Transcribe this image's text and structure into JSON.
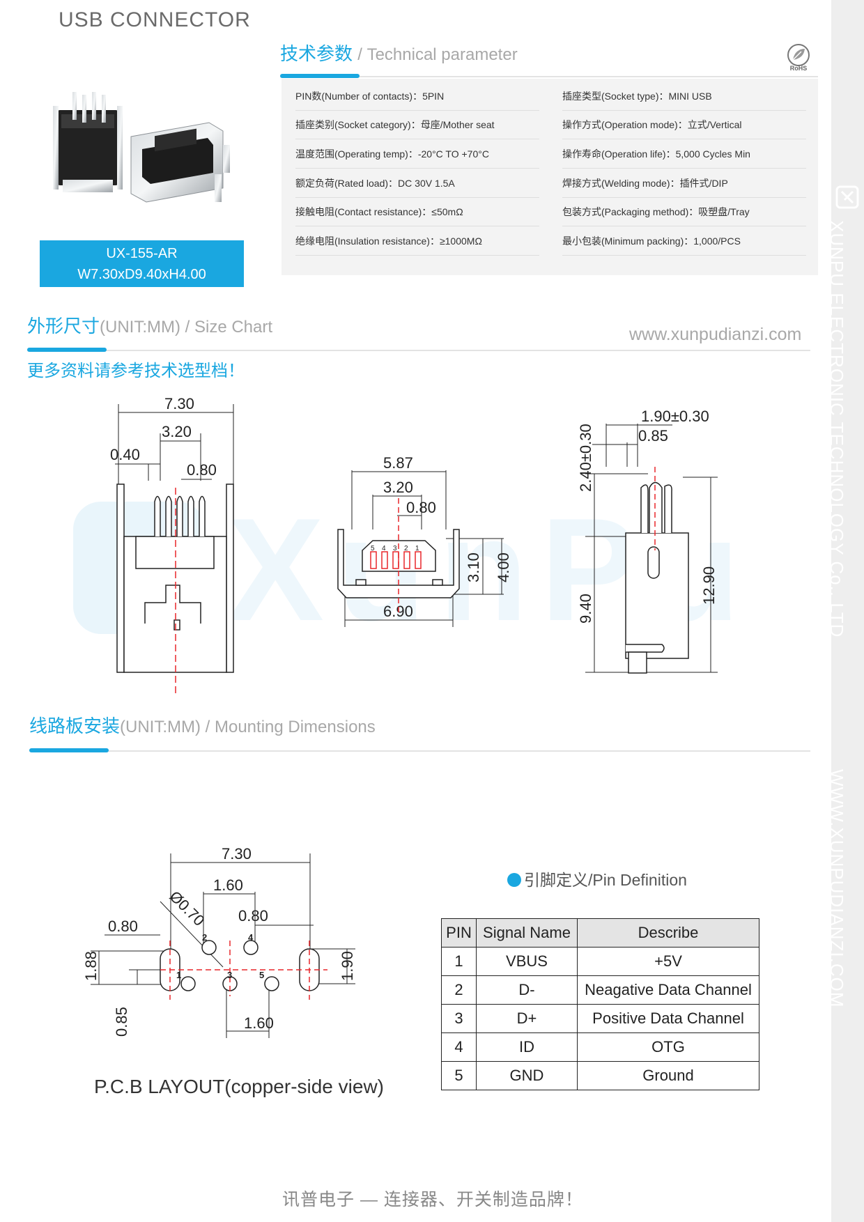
{
  "header": {
    "title": "USB CONNECTOR"
  },
  "side": {
    "vertical_brand": "XUNPU ELECTRONIC TECHNOLOGY Co., LTD",
    "vertical_url": "WWW.XUNPUDIANZI.COM"
  },
  "tech": {
    "title_zh": "技术参数",
    "title_en": "/ Technical parameter",
    "rohs": "RoHS",
    "params": [
      {
        "zh": "PIN数",
        "en": "(Number of contacts)",
        "sep": "：",
        "value": "5PIN"
      },
      {
        "zh": "插座类型",
        "en": "(Socket type)",
        "sep": "：",
        "value": "MINI USB"
      },
      {
        "zh": "插座类别",
        "en": "(Socket category)",
        "sep": "：",
        "value": "母座/Mother seat"
      },
      {
        "zh": "操作方式",
        "en": "(Operation mode)",
        "sep": "：",
        "value": "立式/Vertical"
      },
      {
        "zh": "温度范围",
        "en": "(Operating temp)",
        "sep": "：",
        "value": "-20°C TO +70°C"
      },
      {
        "zh": "操作寿命",
        "en": "(Operation life)",
        "sep": "：",
        "value": "5,000 Cycles Min"
      },
      {
        "zh": "额定负荷",
        "en": "(Rated load)",
        "sep": "：",
        "value": "DC 30V 1.5A"
      },
      {
        "zh": "焊接方式",
        "en": "(Welding mode)",
        "sep": "：",
        "value": "插件式/DIP"
      },
      {
        "zh": "接触电阻",
        "en": "(Contact resistance)",
        "sep": "：",
        "value": "≤50mΩ"
      },
      {
        "zh": "包装方式",
        "en": "(Packaging method)",
        "sep": "：",
        "value": "吸塑盘/Tray"
      },
      {
        "zh": "绝缘电阻",
        "en": "(Insulation resistance)",
        "sep": "：",
        "value": "≥1000MΩ"
      },
      {
        "zh": "最小包装",
        "en": "(Minimum packing)",
        "sep": "：",
        "value": "1,000/PCS"
      }
    ]
  },
  "model": {
    "code": "UX-155-AR",
    "dims": "W7.30xD9.40xH4.00"
  },
  "size_chart": {
    "title_zh": "外形尺寸",
    "title_en": "(UNIT:MM) / Size Chart",
    "url": "www.xunpudianzi.com",
    "note": "更多资料请参考技术选型档！",
    "watermark": "XunPu",
    "front": {
      "w": "7.30",
      "pitch_span": "3.20",
      "pin_w": "0.40",
      "pitch": "0.80"
    },
    "face": {
      "w_top": "5.87",
      "pitch_span": "3.20",
      "pitch": "0.80",
      "w_bottom": "6.90",
      "h_inner": "3.10",
      "h_outer": "4.00",
      "pin_labels": [
        "5",
        "4",
        "3",
        "2",
        "1"
      ]
    },
    "side": {
      "depth": "1.90±0.30",
      "tip": "0.85",
      "pin_len": "2.40±0.30",
      "body": "9.40",
      "total": "12.90"
    }
  },
  "mounting": {
    "title_zh": "线路板安装",
    "title_en": "(UNIT:MM) / Mounting Dimensions",
    "pcb": {
      "w": "7.30",
      "hole_dia": "Ø0.70",
      "pitch_span": "1.60",
      "slot_w": "0.80",
      "slot_w_r": "0.80",
      "left_h": "1.88",
      "right_h": "1.90",
      "offset": "0.85",
      "pitch_bottom": "1.60",
      "pin_labels": [
        "1",
        "2",
        "3",
        "4",
        "5"
      ]
    },
    "caption": "P.C.B LAYOUT(copper-side view)"
  },
  "pin_def": {
    "title": "引脚定义/Pin Definition",
    "headers": [
      "PIN",
      "Signal Name",
      "Describe"
    ],
    "rows": [
      [
        "1",
        "VBUS",
        "+5V"
      ],
      [
        "2",
        "D-",
        "Neagative Data Channel"
      ],
      [
        "3",
        "D+",
        "Positive Data Channel"
      ],
      [
        "4",
        "ID",
        "OTG"
      ],
      [
        "5",
        "GND",
        "Ground"
      ]
    ]
  },
  "footer": {
    "slogan": "讯普电子 — 连接器、开关制造品牌！"
  },
  "colors": {
    "accent": "#1aa7e0",
    "gray_text": "#a8a8a8",
    "red_center": "#e8262a"
  }
}
